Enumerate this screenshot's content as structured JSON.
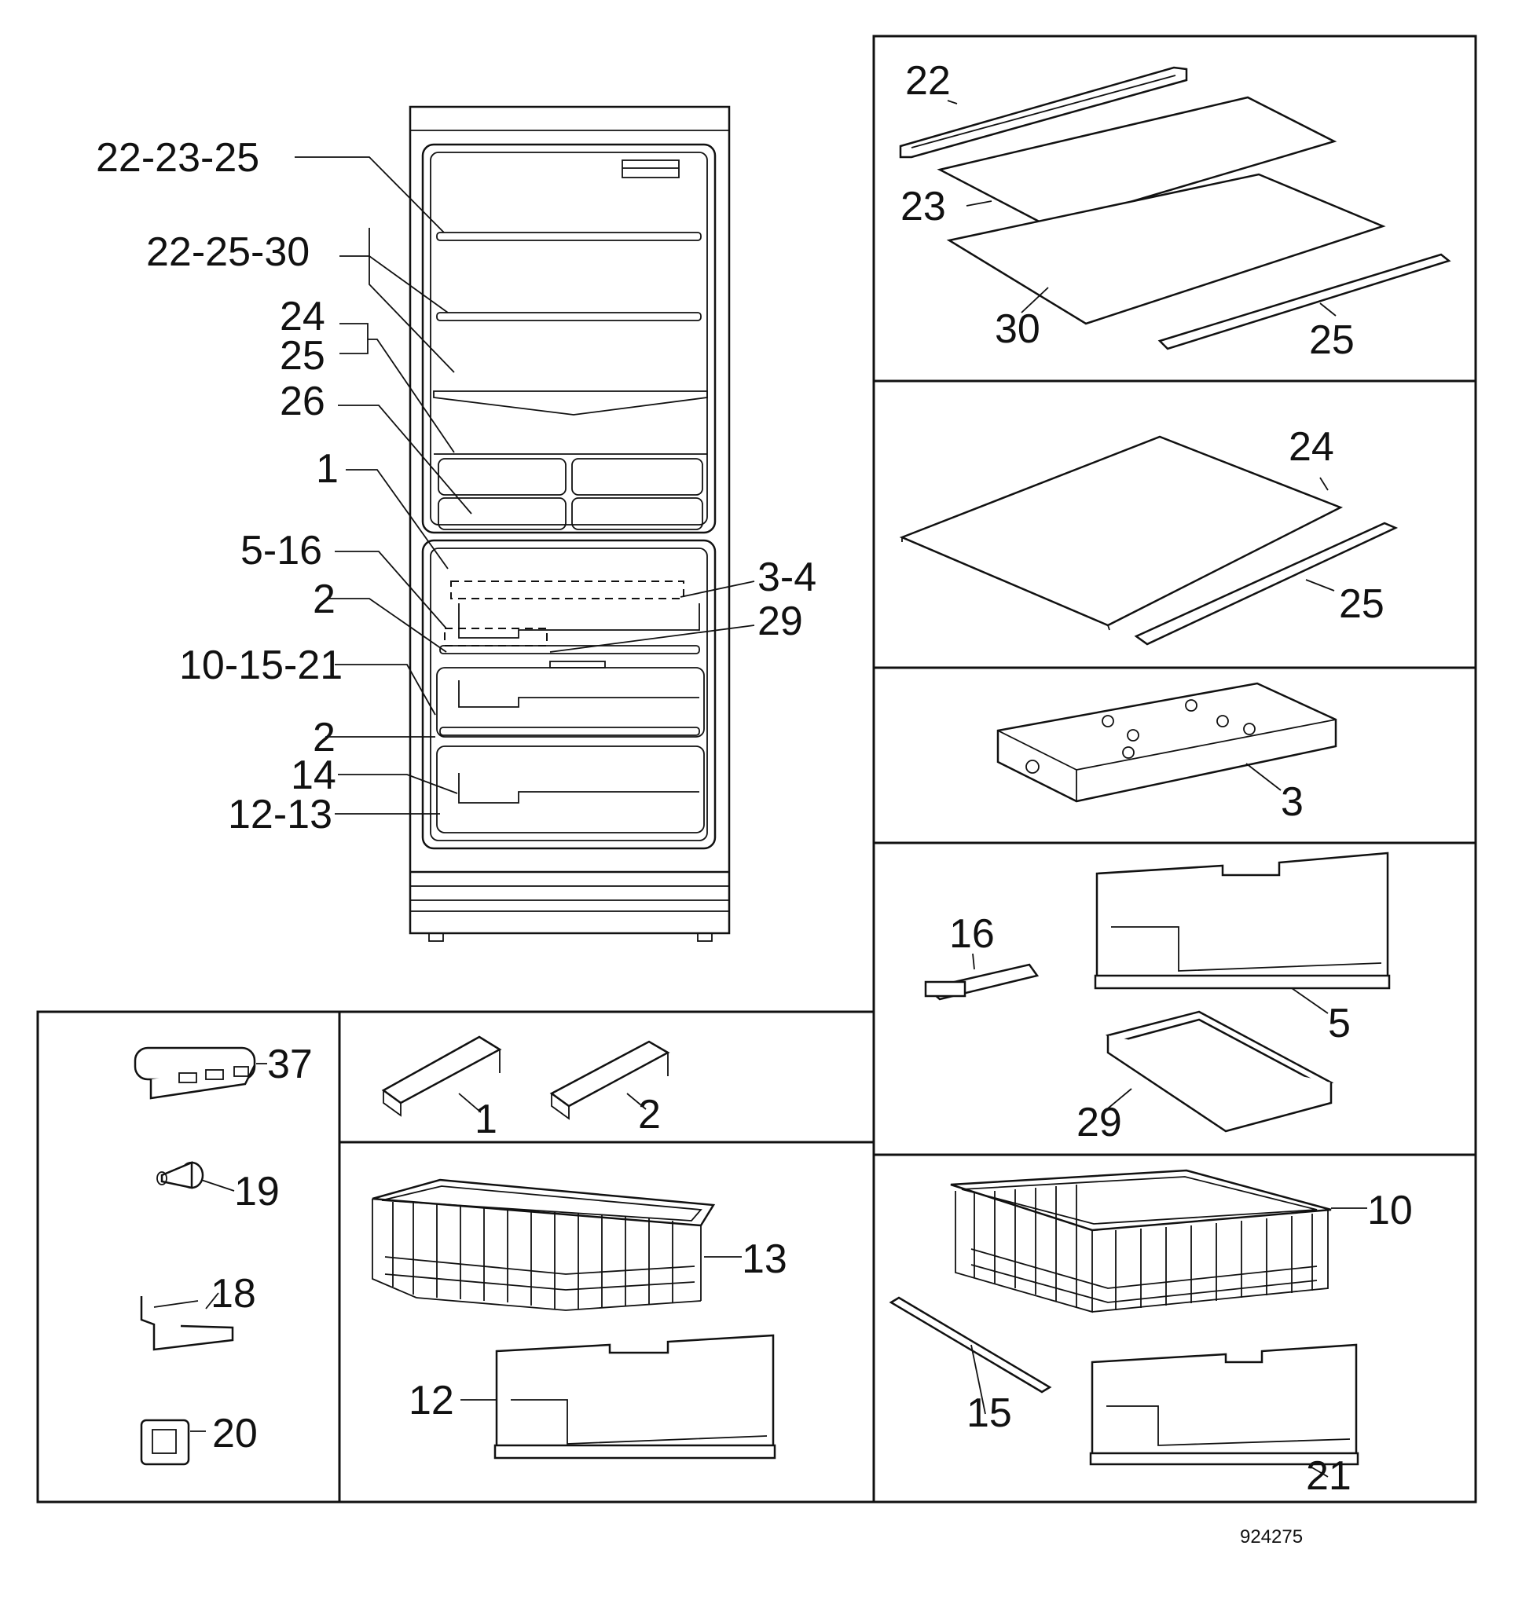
{
  "diagram": {
    "drawing_number": "924275",
    "fridge_callouts": [
      "22-23-25",
      "22-25-30",
      "24",
      "25",
      "26",
      "1",
      "5-16",
      "2",
      "10-15-21",
      "2",
      "14",
      "12-13",
      "3-4",
      "29"
    ],
    "panel_shelf_glass": [
      "22",
      "23",
      "30",
      "25"
    ],
    "panel_shelf_plain": [
      "24",
      "25"
    ],
    "panel_ice_tray": [
      "3"
    ],
    "panel_flap_tray": [
      "16",
      "5",
      "29"
    ],
    "panel_basket_right": [
      "10",
      "15",
      "21"
    ],
    "panel_small_parts": [
      "37",
      "19",
      "18",
      "20"
    ],
    "panel_rails": [
      "1",
      "2"
    ],
    "panel_basket_left": [
      "13",
      "12"
    ]
  }
}
